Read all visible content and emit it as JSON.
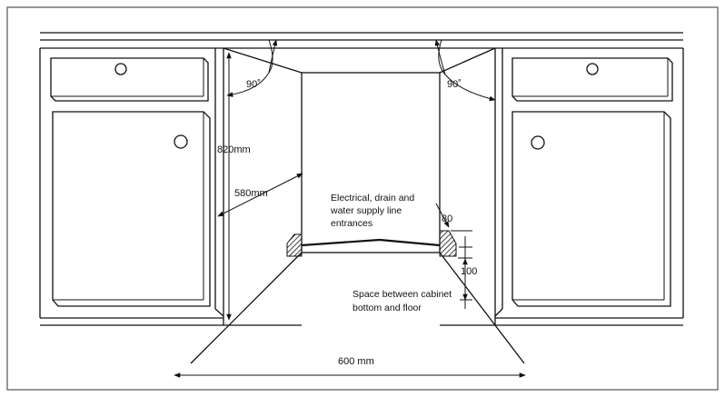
{
  "labels": {
    "angle_left": "90˚",
    "angle_right": "90˚",
    "height": "820mm",
    "depth": "580mm",
    "entrances_line1": "Electrical, drain and",
    "entrances_line2": "water supply line",
    "entrances_line3": "entrances",
    "dim_80": "80",
    "dim_100": "100",
    "space_line1": "Space between cabinet",
    "space_line2": "bottom and floor",
    "width": "600 mm"
  }
}
